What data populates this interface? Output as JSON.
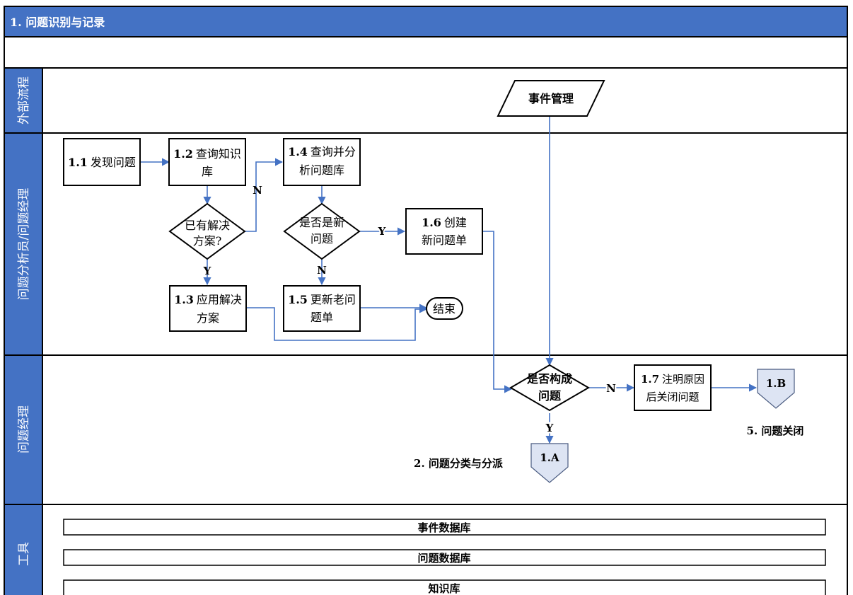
{
  "header": {
    "title": "1. 问题识别与记录"
  },
  "lanes": {
    "external": "外部流程",
    "analyst": "问题分析员/问题经理",
    "manager": "问题经理",
    "tools": "工具"
  },
  "nodes": {
    "n1_1": {
      "num": "1.1",
      "text": "发现问题"
    },
    "n1_2": {
      "line1_num": "1.2",
      "line1_text": "查询知识",
      "line2": "库"
    },
    "n1_3": {
      "line1_num": "1.3",
      "line1_text": "应用解决",
      "line2": "方案"
    },
    "n1_4": {
      "line1_num": "1.4",
      "line1_text": "查询并分",
      "line2": "析问题库"
    },
    "n1_5": {
      "line1_num": "1.5",
      "line1_text": "更新老问",
      "line2": "题单"
    },
    "n1_6": {
      "line1_num": "1.6",
      "line1_text": "创建",
      "line2": "新问题单"
    },
    "n1_7": {
      "line1_num": "1.7",
      "line1_text": "注明原因",
      "line2": "后关闭问题"
    },
    "d_solution": {
      "line1": "已有解决",
      "line2": "方案?"
    },
    "d_new": {
      "line1": "是否是新",
      "line2": "问题"
    },
    "d_problem": {
      "line1": "是否构成",
      "line2": "问题"
    },
    "event_mgmt": "事件管理",
    "end": "结束",
    "conn_a": "1.A",
    "conn_b": "1.B",
    "conn_a_caption": "2. 问题分类与分派",
    "conn_b_caption": "5. 问题关闭"
  },
  "labels": {
    "n": "N",
    "y": "Y"
  },
  "tools": [
    "事件数据库",
    "问题数据库",
    "知识库"
  ],
  "colors": {
    "header_bg": "#4472c4",
    "arrow": "#4472c4",
    "connector_fill": "#dde4f3"
  }
}
